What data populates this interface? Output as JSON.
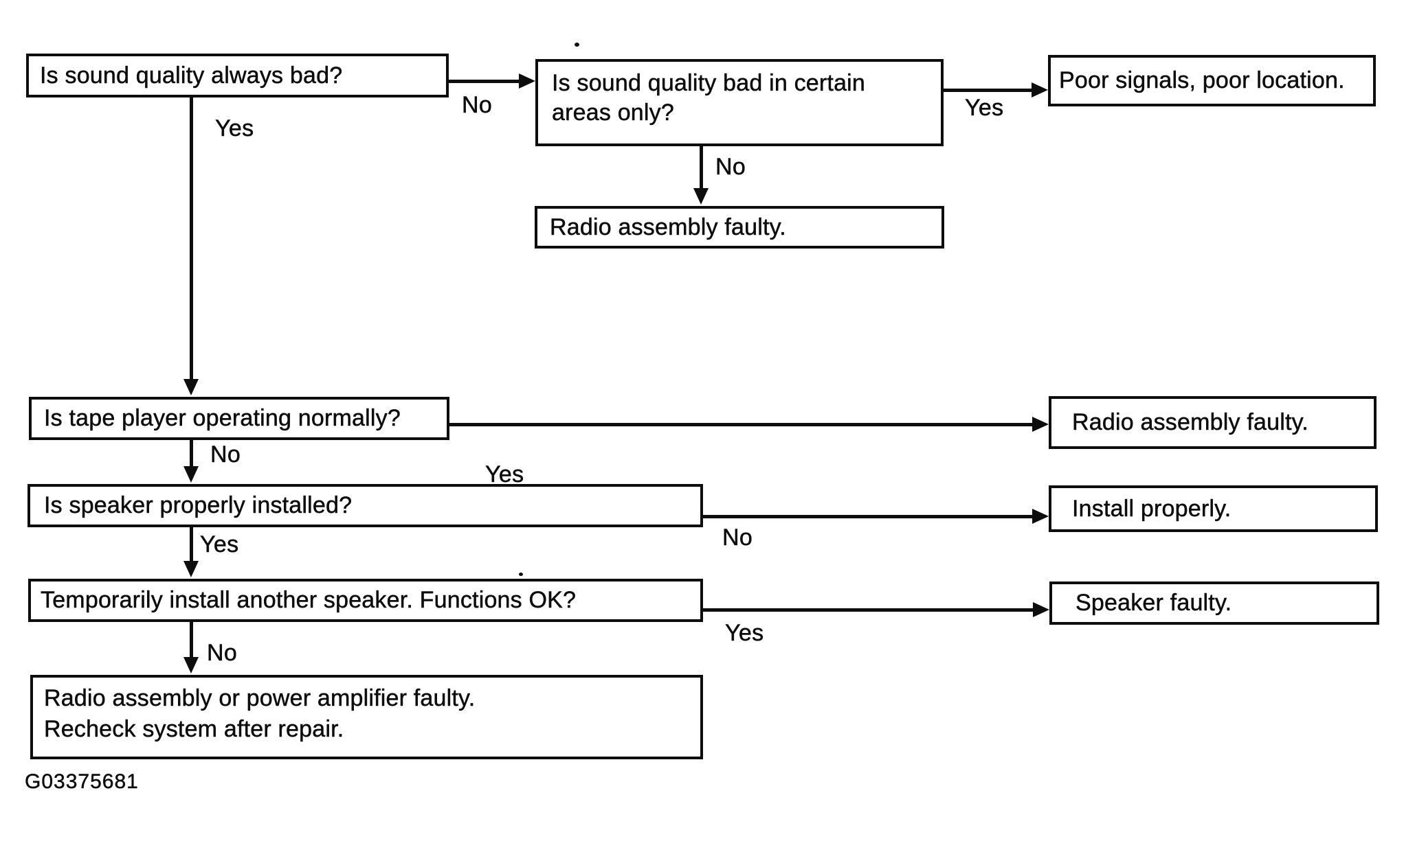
{
  "diagram": {
    "colors": {
      "ink": "#0d0d0d",
      "paper": "#ffffff"
    },
    "footer_code": "G03375681",
    "nodes": {
      "q_sound_always_bad": {
        "text": "Is sound quality always bad?"
      },
      "q_bad_certain_areas": {
        "text": "Is sound quality bad in certain areas only?"
      },
      "r_poor_signals": {
        "text": "Poor signals, poor location."
      },
      "r_radio_faulty_top": {
        "text": "Radio assembly faulty."
      },
      "q_tape_normal": {
        "text": "Is tape player operating normally?"
      },
      "r_radio_faulty_mid": {
        "text": "Radio assembly faulty."
      },
      "q_speaker_installed": {
        "text": "Is speaker properly installed?"
      },
      "r_install_properly": {
        "text": "Install properly."
      },
      "q_temp_speaker": {
        "text": "Temporarily install another speaker. Functions OK?"
      },
      "r_speaker_faulty": {
        "text": "Speaker faulty."
      },
      "r_radio_amp_faulty": {
        "line1": "Radio assembly or power amplifier faulty.",
        "line2": "Recheck system after repair."
      }
    },
    "edge_labels": {
      "no_sound_always_bad": "No",
      "yes_sound_always_bad": "Yes",
      "yes_bad_certain_areas": "Yes",
      "no_bad_certain_areas": "No",
      "yes_tape_normal": "Yes",
      "no_tape_normal": "No",
      "no_speaker_installed": "No",
      "yes_speaker_installed": "Yes",
      "yes_temp_speaker": "Yes",
      "no_temp_speaker": "No"
    }
  }
}
